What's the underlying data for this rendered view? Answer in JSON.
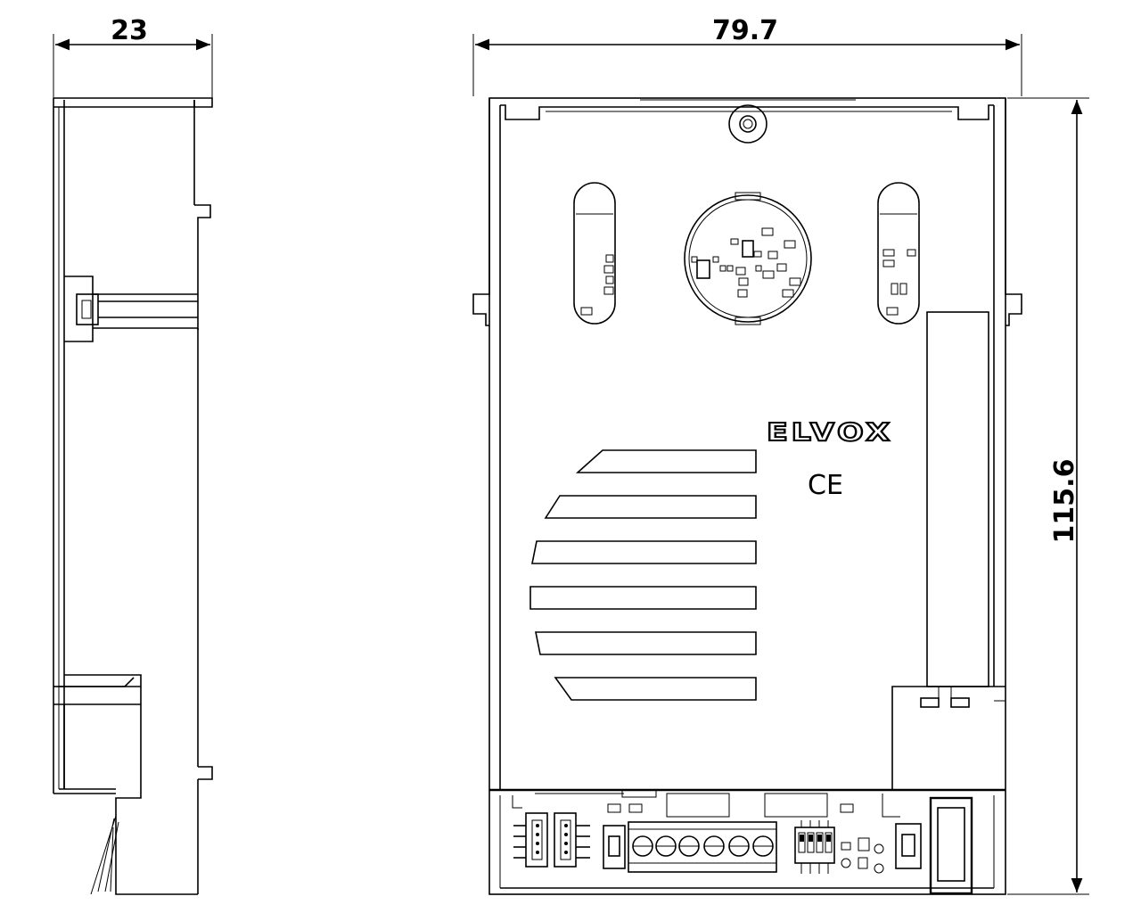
{
  "dimensions": {
    "depth": "23",
    "width": "79.7",
    "height": "115.6"
  },
  "product": {
    "brand_logo": "ELVOX",
    "certification_mark": "CE"
  }
}
